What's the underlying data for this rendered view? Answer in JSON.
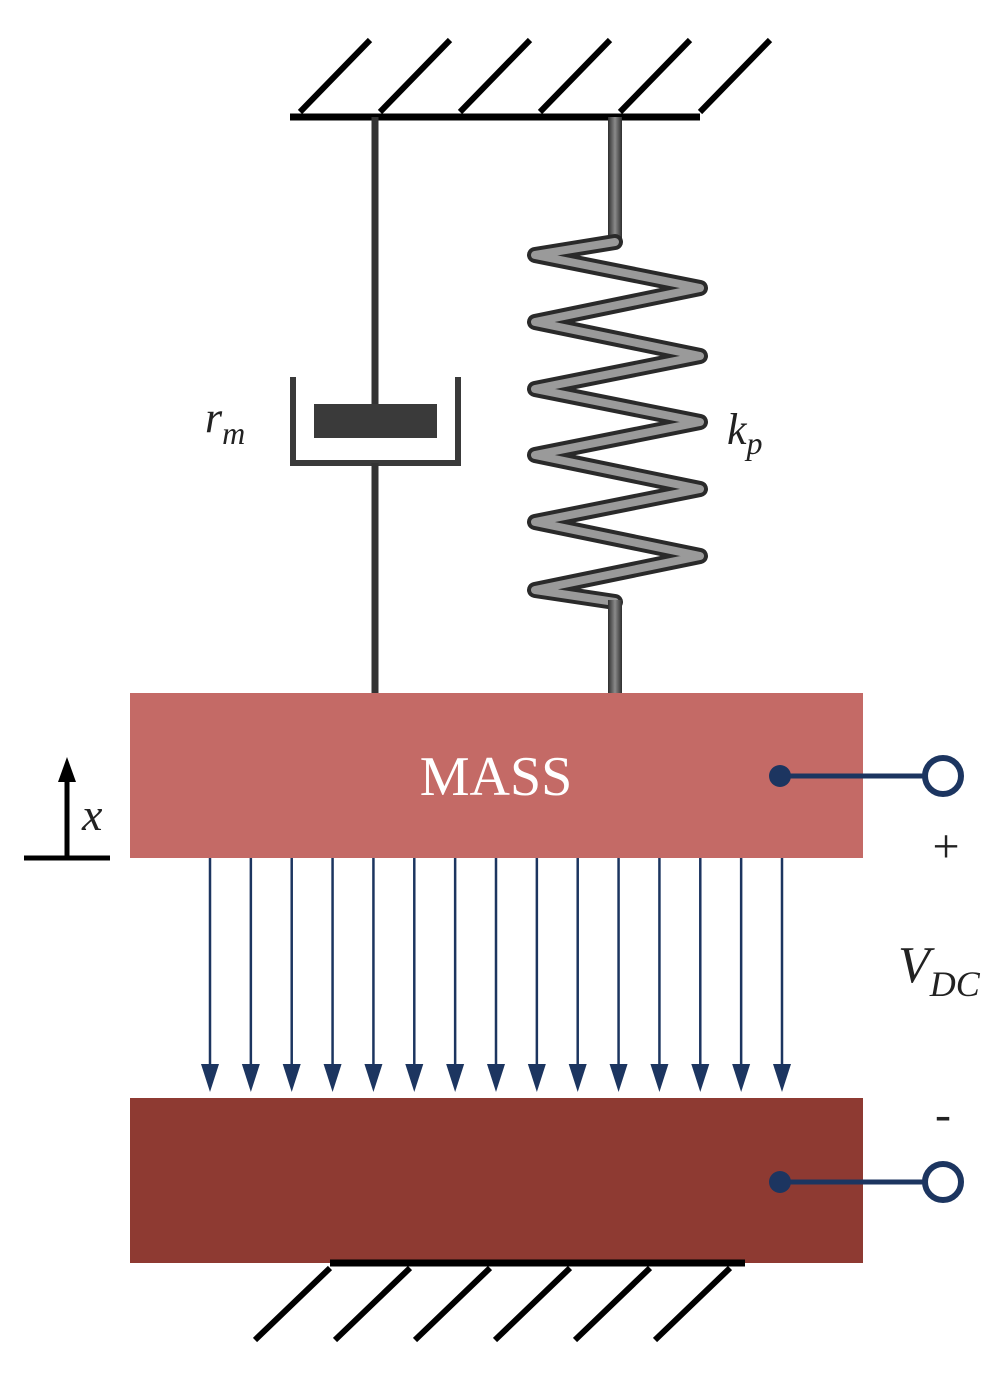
{
  "labels": {
    "damper": "r",
    "damper_sub": "m",
    "spring": "k",
    "spring_sub": "p",
    "mass": "MASS",
    "displacement": "x",
    "plus": "+",
    "minus": "-",
    "voltage": "V",
    "voltage_sub": "DC"
  },
  "colors": {
    "mass": "#c46a66",
    "base_plate": "#8e3a32",
    "ground": "#000000",
    "rod": "#333333",
    "field_lines": "#1c3560",
    "terminal": "#1c3560",
    "spring_light": "#a0a0a0",
    "spring_dark": "#3a3a3a"
  },
  "field_line_count": 15
}
